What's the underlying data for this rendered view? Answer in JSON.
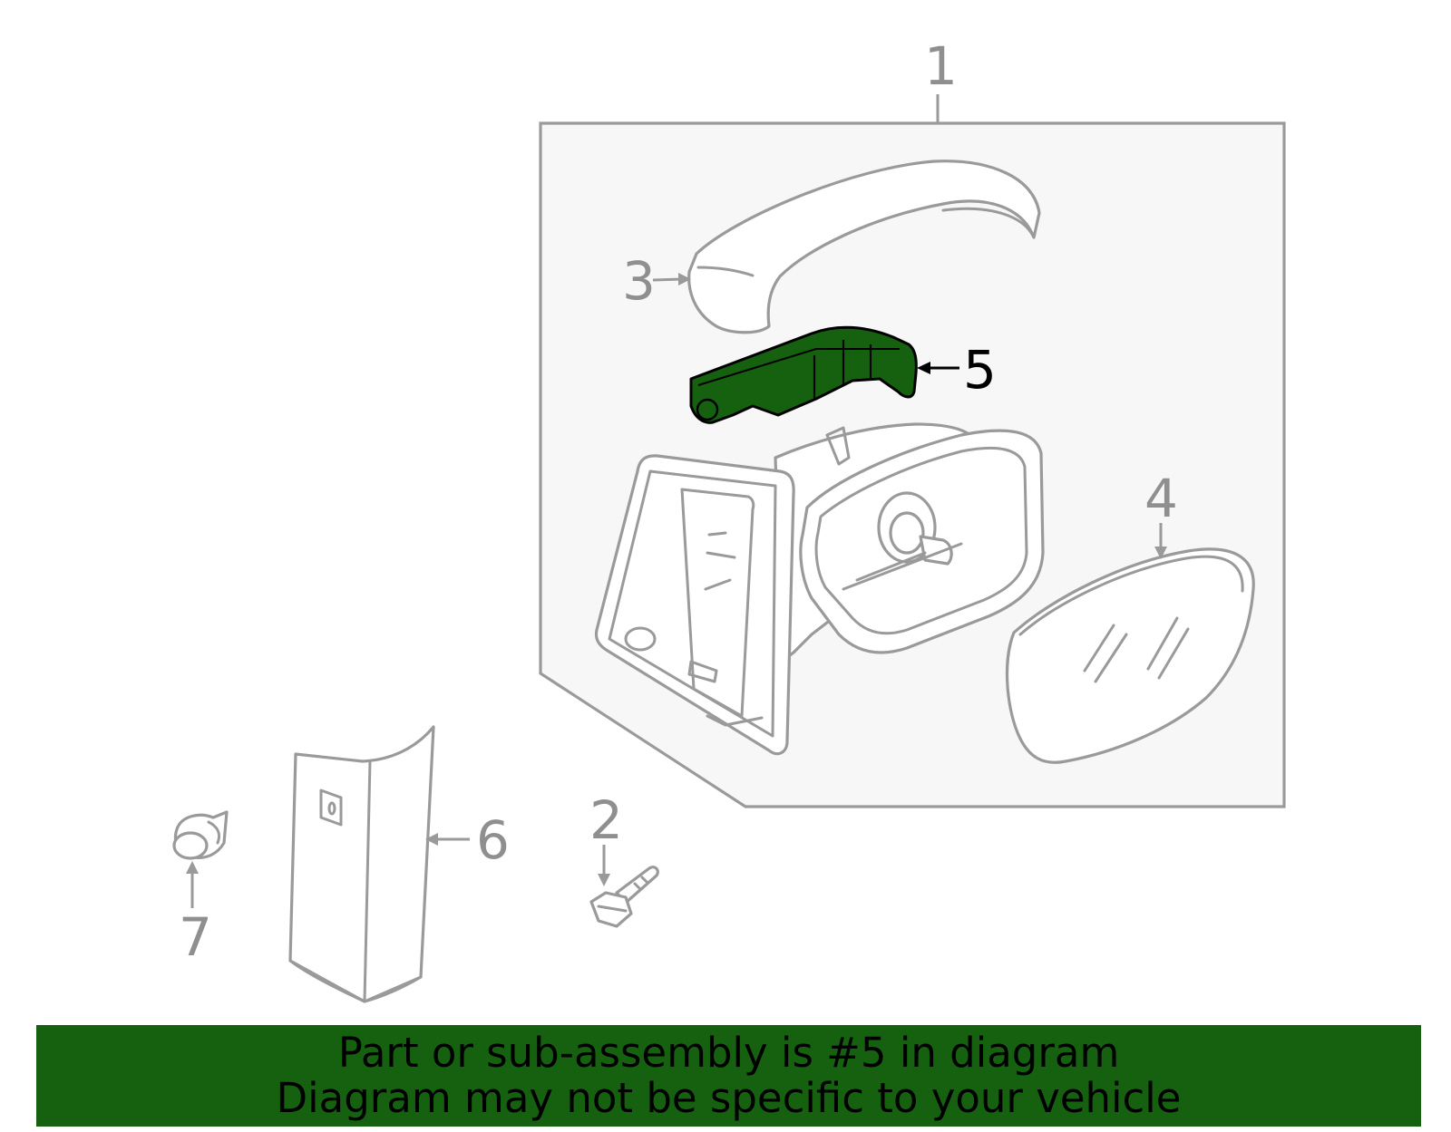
{
  "diagram": {
    "callouts": [
      "1",
      "2",
      "3",
      "4",
      "5",
      "6",
      "7"
    ],
    "highlighted_callout": "5"
  },
  "colors": {
    "highlight": "#166110",
    "line": "#9a9a9a",
    "assembly_fill": "#f7f7f7",
    "banner_text": "#000000"
  },
  "banner": {
    "line1": "Part or sub-assembly is #5 in diagram",
    "line2": "Diagram may not be specific to your vehicle"
  }
}
